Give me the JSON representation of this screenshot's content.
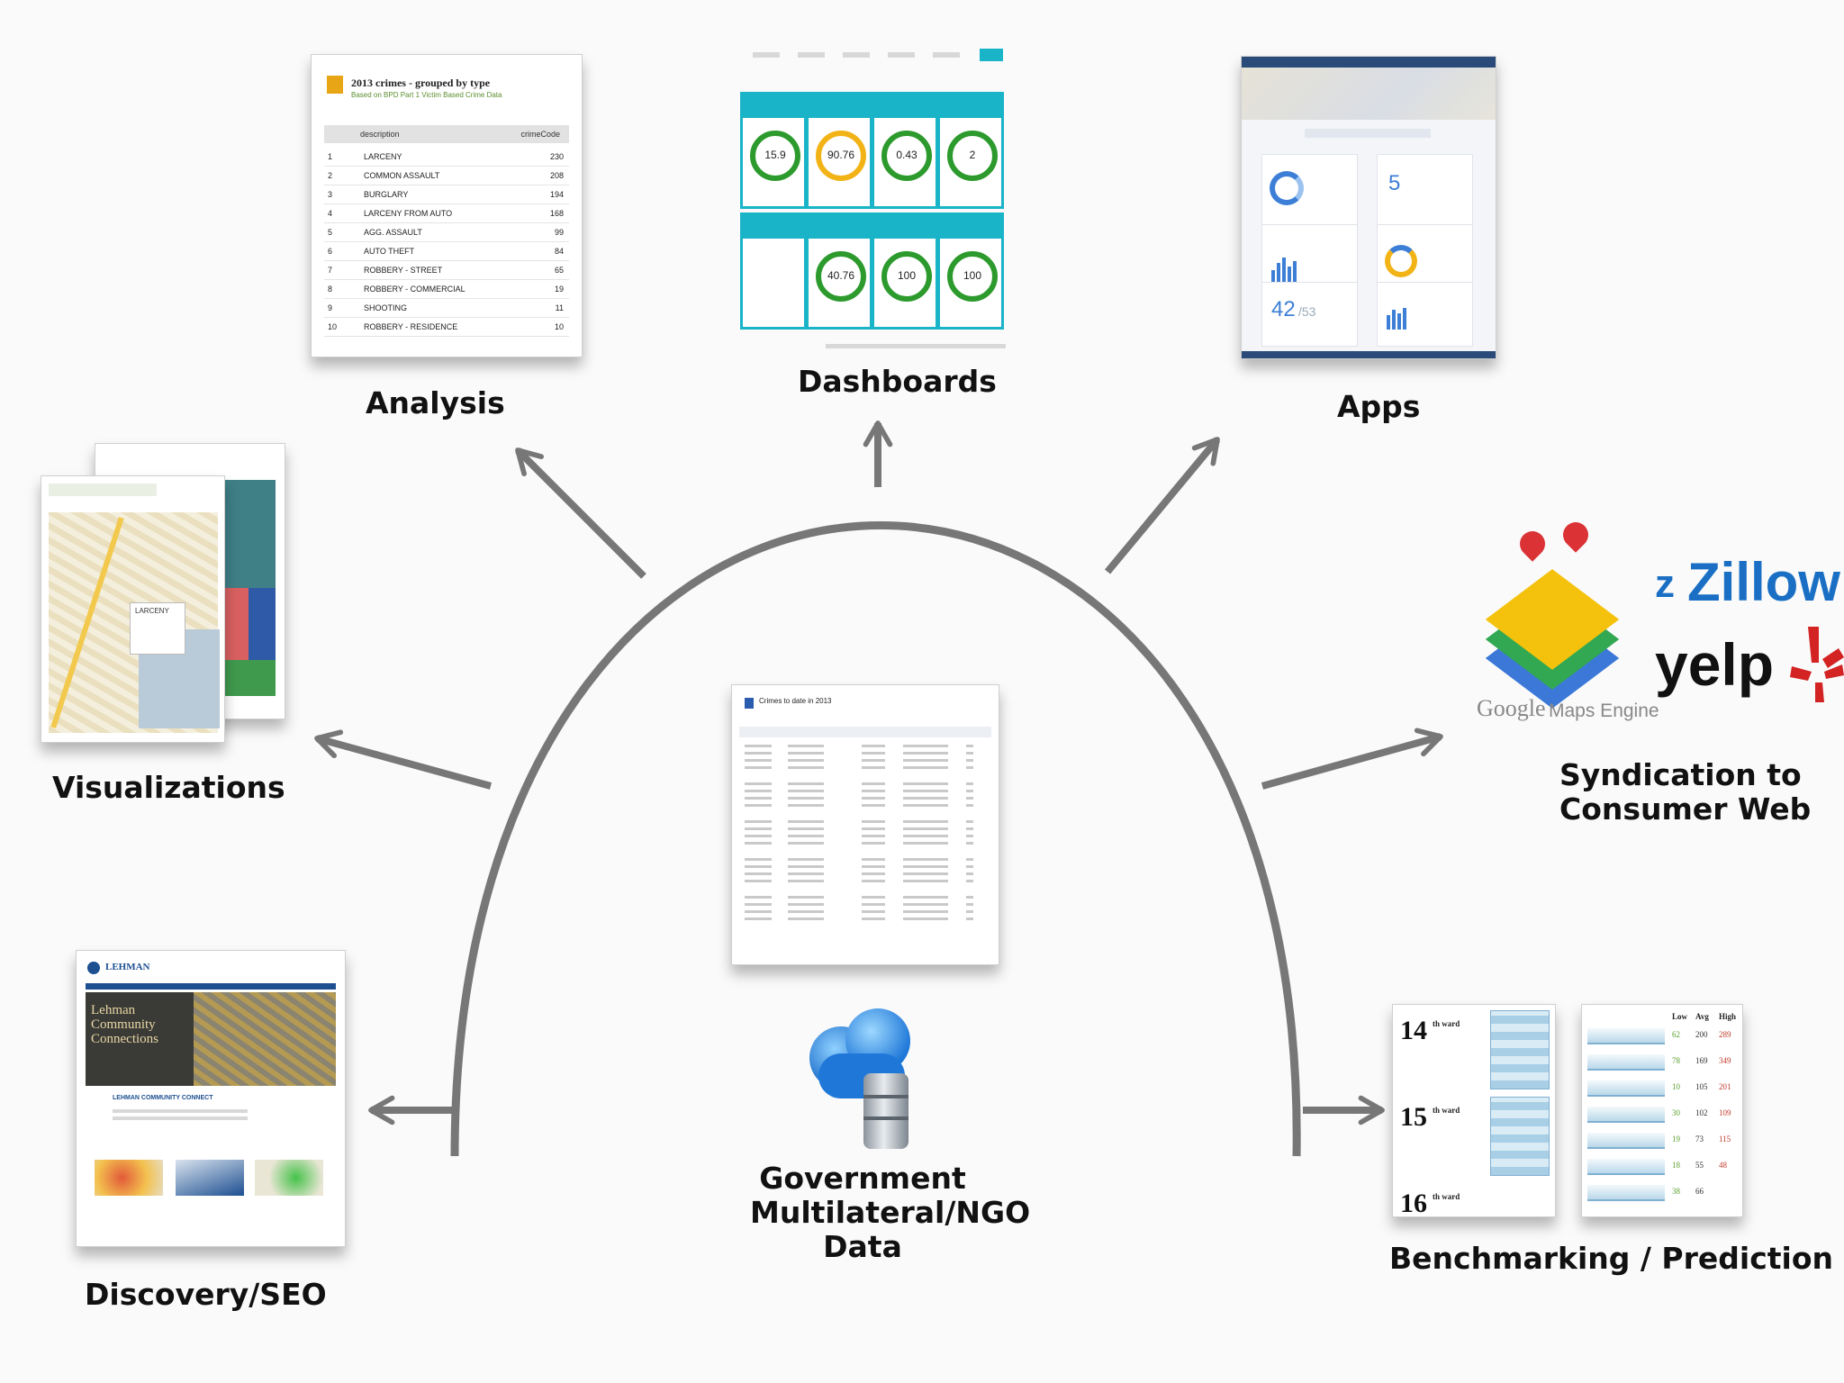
{
  "center": {
    "label_lines": [
      "Government",
      "Multilateral/NGO",
      "Data"
    ],
    "doc_title": "Crimes to date in 2013"
  },
  "outputs": {
    "analysis": "Analysis",
    "dashboards": "Dashboards",
    "apps": "Apps",
    "visualizations": "Visualizations",
    "syndication_lines": [
      "Syndication to",
      "Consumer Web"
    ],
    "discovery": "Discovery/SEO",
    "benchmarking": "Benchmarking / Prediction"
  },
  "analysis_thumb": {
    "title": "2013 crimes - grouped by type",
    "subtitle": "Based on BPD Part 1 Victim Based Crime Data",
    "col_description": "description",
    "col_count": "crimeCode",
    "rows": [
      {
        "n": "1",
        "label": "LARCENY",
        "value": "230"
      },
      {
        "n": "2",
        "label": "COMMON ASSAULT",
        "value": "208"
      },
      {
        "n": "3",
        "label": "BURGLARY",
        "value": "194"
      },
      {
        "n": "4",
        "label": "LARCENY FROM AUTO",
        "value": "168"
      },
      {
        "n": "5",
        "label": "AGG. ASSAULT",
        "value": "99"
      },
      {
        "n": "6",
        "label": "AUTO THEFT",
        "value": "84"
      },
      {
        "n": "7",
        "label": "ROBBERY - STREET",
        "value": "65"
      },
      {
        "n": "8",
        "label": "ROBBERY - COMMERCIAL",
        "value": "19"
      },
      {
        "n": "9",
        "label": "SHOOTING",
        "value": "11"
      },
      {
        "n": "10",
        "label": "ROBBERY - RESIDENCE",
        "value": "10"
      }
    ]
  },
  "dashboard_thumb": {
    "gauges": [
      "15.9",
      "90.76",
      "0.43",
      "2",
      "",
      "40.76",
      "100",
      "100"
    ]
  },
  "apps_thumb": {
    "metric_a": "5",
    "metric_b": "42",
    "metric_b_total": "/53"
  },
  "visual_thumb": {
    "popup": "LARCENY"
  },
  "discovery_thumb": {
    "brand": "LEHMAN",
    "hero_lines": [
      "Lehman",
      "Community",
      "Connections"
    ],
    "sub": "LEHMAN COMMUNITY CONNECT"
  },
  "syndication_logos": {
    "zillow": "Zillow",
    "yelp": "yelp",
    "google_a": "Google",
    "google_b": "Maps Engine"
  },
  "benchmark_thumb": {
    "wards": [
      "14",
      "15",
      "16"
    ],
    "ward_suffix": "th ward",
    "headers": [
      "Low",
      "Avg",
      "High"
    ],
    "rows": [
      [
        "62",
        "200",
        "289"
      ],
      [
        "78",
        "169",
        "349"
      ],
      [
        "10",
        "105",
        "201"
      ],
      [
        "30",
        "102",
        "109"
      ],
      [
        "19",
        "73",
        "115"
      ],
      [
        "18",
        "55",
        "48"
      ],
      [
        "38",
        "66",
        ""
      ]
    ]
  },
  "colors": {
    "arrow": "#777777",
    "dashboard_teal": "#19b4c8",
    "gauge_green": "#2c9a2c",
    "gauge_yellow": "#f2b316",
    "app_nav": "#2a4a7a"
  }
}
